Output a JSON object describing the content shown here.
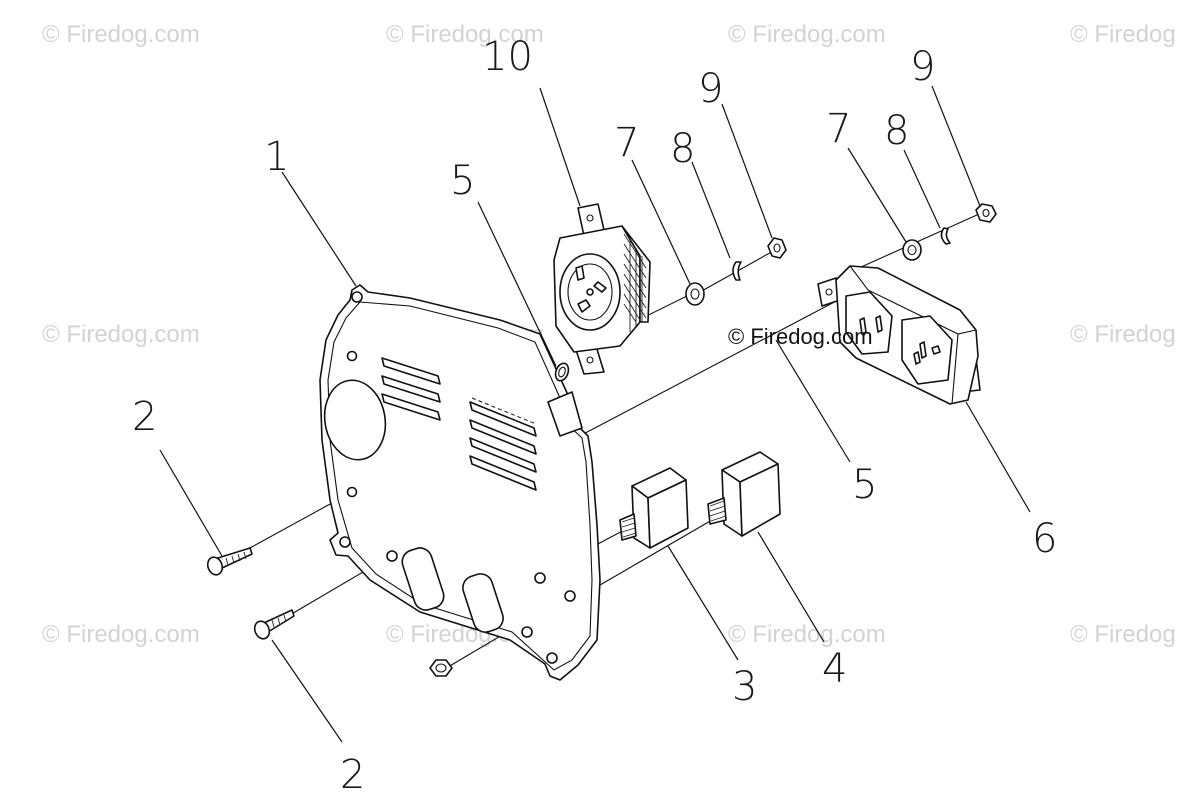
{
  "watermark": {
    "text": "© Firedog.com",
    "text_truncated": "© Firedog",
    "color": "#d3d3d3"
  },
  "center_watermark": {
    "text": "© Firedog.com"
  },
  "callouts": {
    "c1": "1",
    "c2a": "2",
    "c2b": "2",
    "c3": "3",
    "c4": "4",
    "c5a": "5",
    "c5b": "5",
    "c6": "6",
    "c7a": "7",
    "c7b": "7",
    "c8a": "8",
    "c8b": "8",
    "c9a": "9",
    "c9b": "9",
    "c10": "10"
  },
  "parts": {
    "p1": "panel-plate",
    "p2": "screw",
    "p3": "circuit-breaker",
    "p4": "circuit-breaker",
    "p5": "lock-washer",
    "p6": "duplex-receptacle",
    "p7": "flat-washer",
    "p8": "lock-washer",
    "p9": "hex-nut",
    "p10": "twist-lock-receptacle"
  }
}
